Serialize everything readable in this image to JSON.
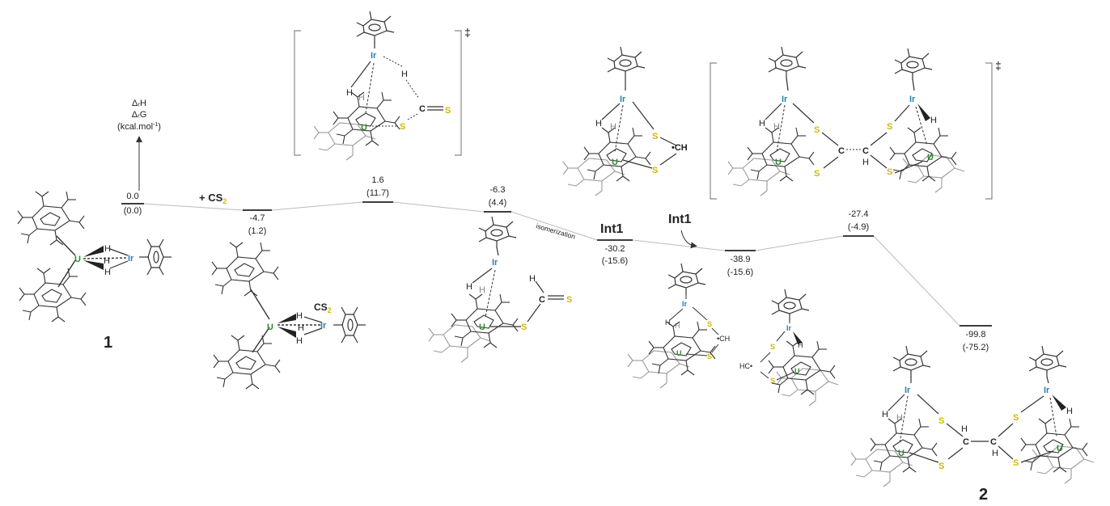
{
  "axis": {
    "line1": "ΔᵣH",
    "line2": "ΔᵣG",
    "unit": "(kcal.mol",
    "unit_exp": "-1",
    "unit_close": ")"
  },
  "reagent": {
    "plus": "+ CS",
    "sub": "2"
  },
  "product_cs2": {
    "text": "CS",
    "sub": "2"
  },
  "step_label": "isomerization",
  "dagger": "‡",
  "colors": {
    "U": "#2e8b2e",
    "Ir": "#2a7fb5",
    "S": "#d4b800",
    "line": "#333333",
    "gray": "#999999"
  },
  "atoms": {
    "U": "U",
    "Ir": "Ir",
    "S": "S",
    "C": "C",
    "H": "H",
    "CH": "•CH",
    "HC": "HC•"
  },
  "levels": [
    {
      "h": "0.0",
      "g": "(0.0)"
    },
    {
      "h": "-4.7",
      "g": "(1.2)"
    },
    {
      "h": "1.6",
      "g": "(11.7)"
    },
    {
      "h": "-6.3",
      "g": "(4.4)"
    },
    {
      "h": "-30.2",
      "g": "(-15.6)"
    },
    {
      "h": "-38.9",
      "g": "(-15.6)"
    },
    {
      "h": "-27.4",
      "g": "(-4.9)"
    },
    {
      "h": "-99.8",
      "g": "(-75.2)"
    }
  ],
  "labels": {
    "c1": "1",
    "c2": "2",
    "int1": "Int1",
    "int1b": "Int1"
  }
}
